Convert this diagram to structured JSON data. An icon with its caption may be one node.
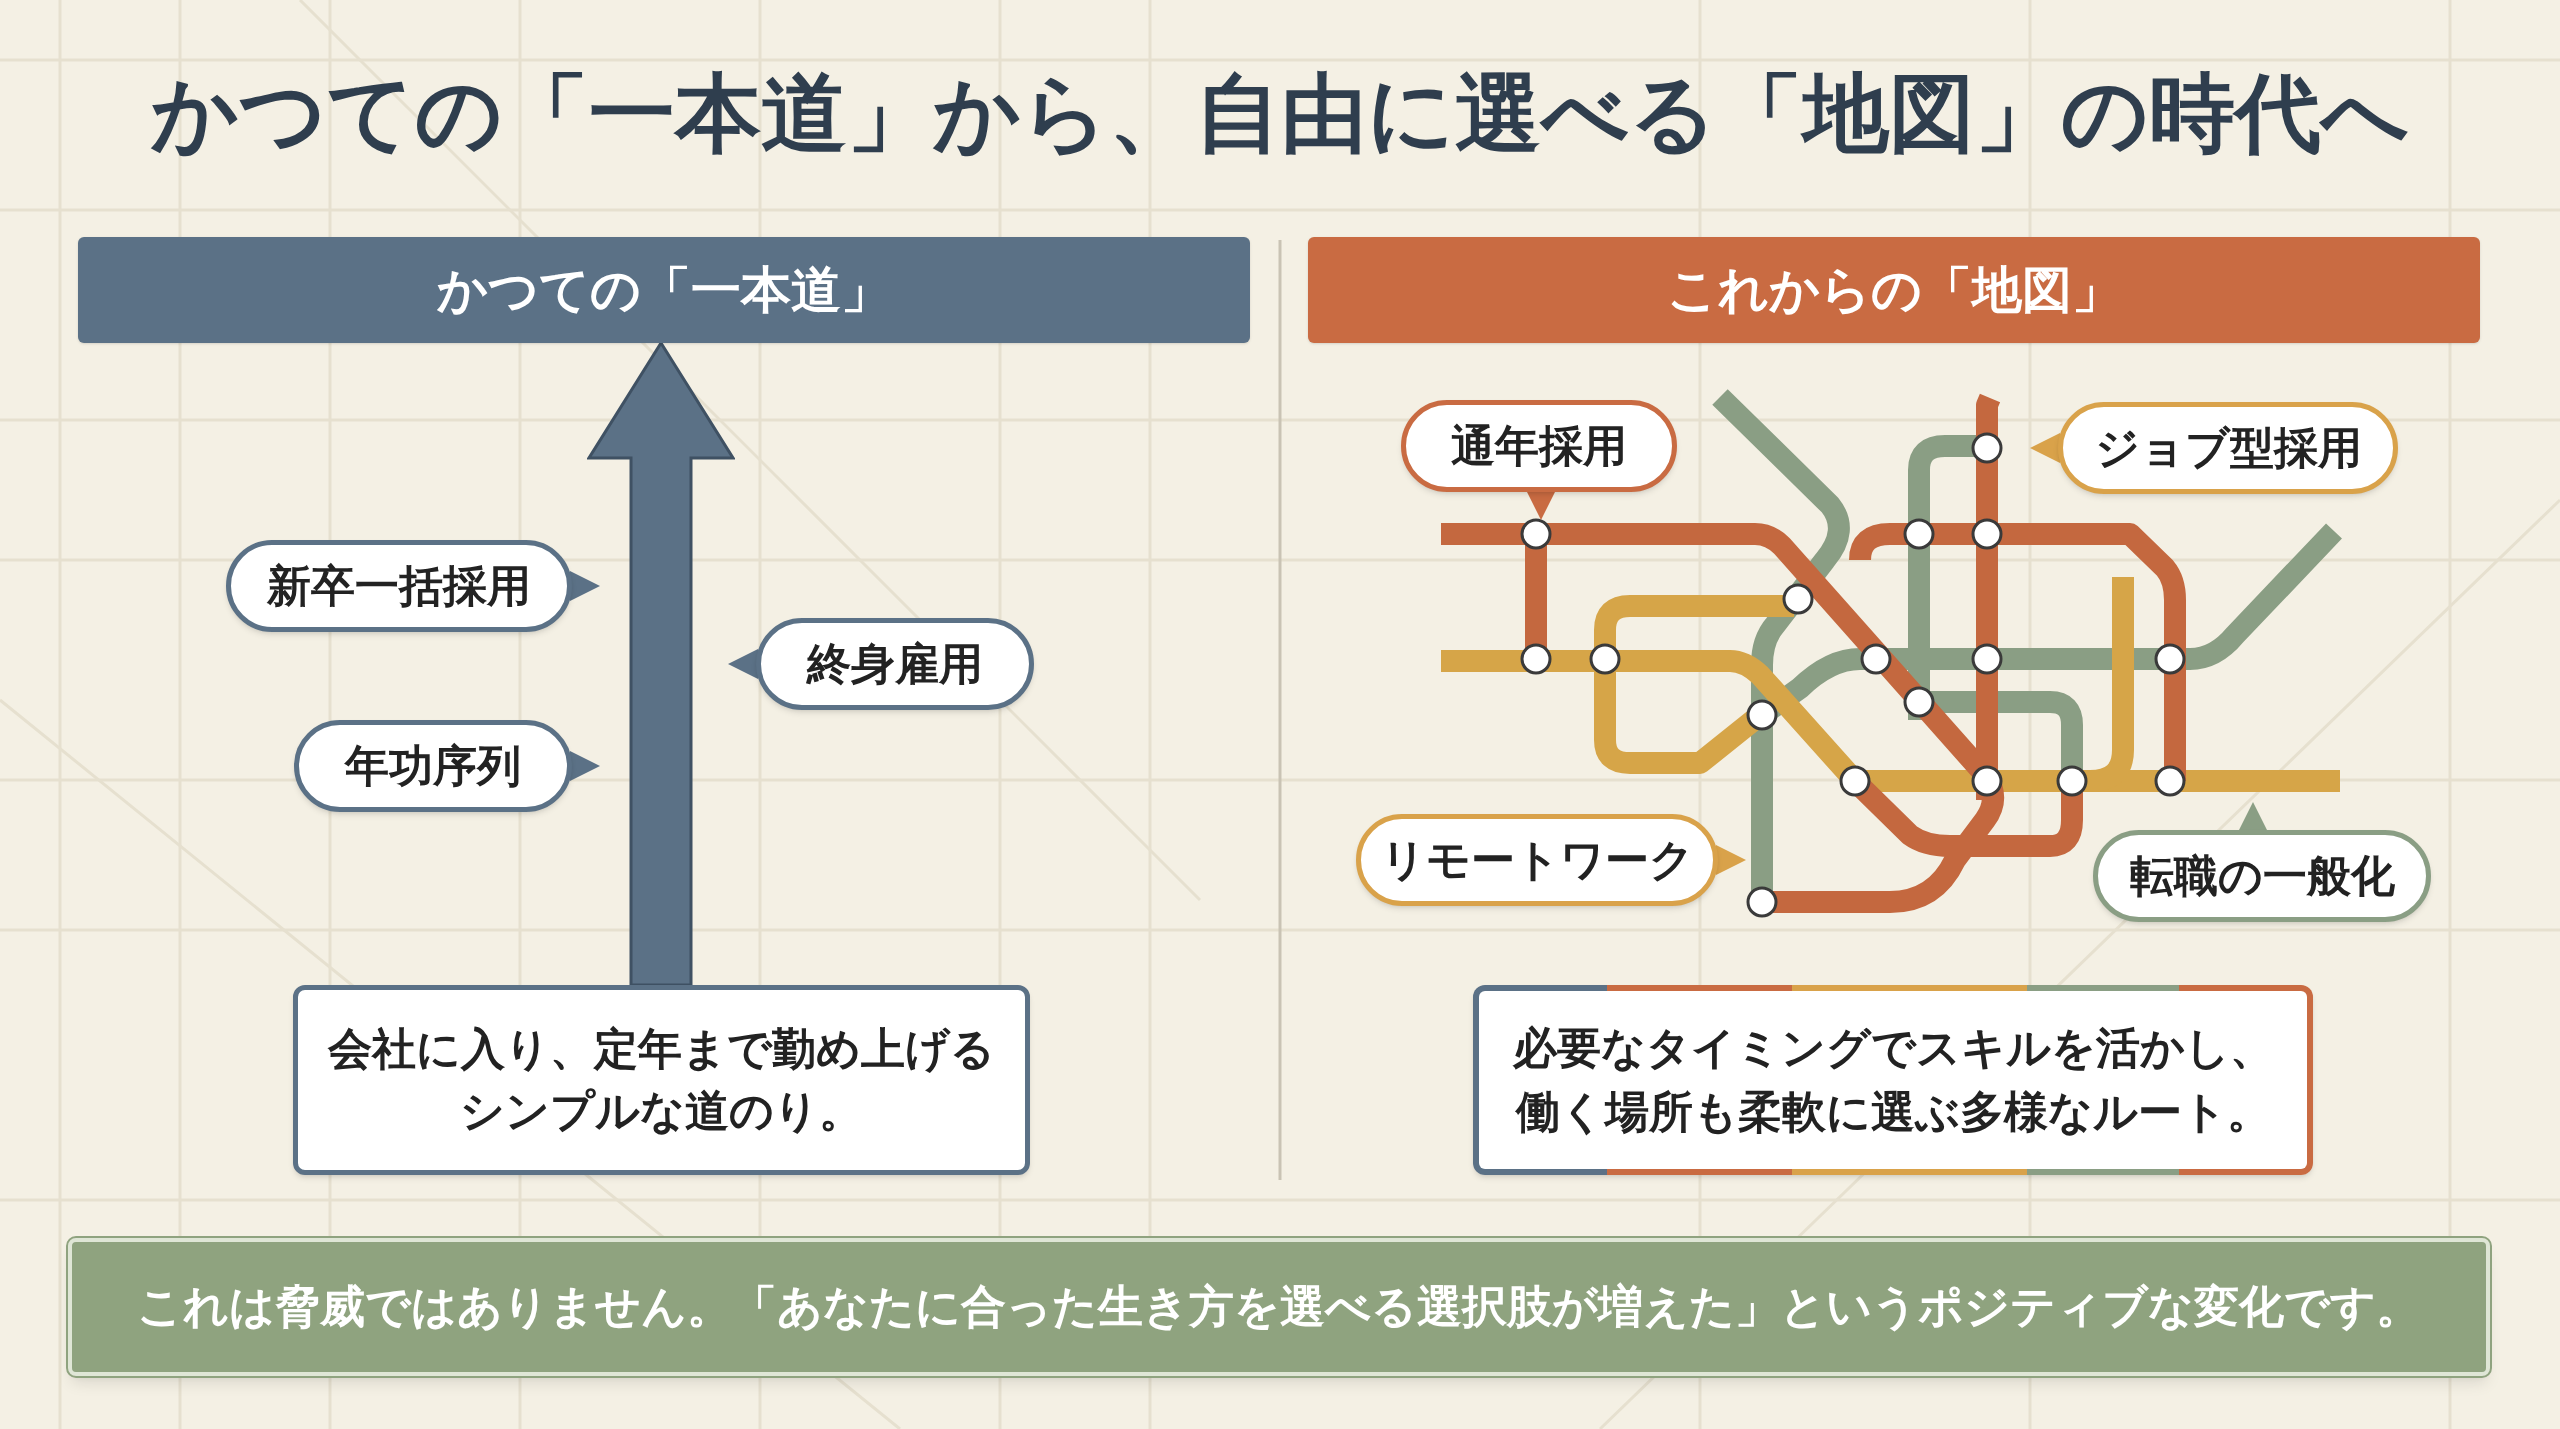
{
  "diagram": {
    "title": "かつての「一本道」から、自由に選べる「地図」の時代へ",
    "nodes": [
      {
        "text": [
          "かつての「一本道」"
        ]
      },
      {
        "text": [
          "新卒一括採用"
        ]
      },
      {
        "text": [
          "年功序列"
        ]
      },
      {
        "text": [
          "終身雇用"
        ]
      },
      {
        "text": [
          "会社に入り、定年まで勤め上げるシンプルな道のり。"
        ]
      },
      {
        "text": [
          "これからの「地図」"
        ]
      },
      {
        "text": [
          "通年採用"
        ]
      },
      {
        "text": [
          "ジョブ型採用"
        ]
      },
      {
        "text": [
          "リモートワーク"
        ]
      },
      {
        "text": [
          "転職の一般化"
        ]
      },
      {
        "text": [
          "必要なタイミングでスキルを活かし、働く場所も柔軟に選ぶ多様なルート。"
        ]
      },
      {
        "text": [
          "これは脅威ではありません。「あなたに合った生き方を選べる選択肢が増えた」というポジティブな変化です。"
        ]
      }
    ],
    "edges": [
      {
        "from": 4,
        "to": 0,
        "arrow": "to",
        "style": "thick"
      }
    ]
  }
}
